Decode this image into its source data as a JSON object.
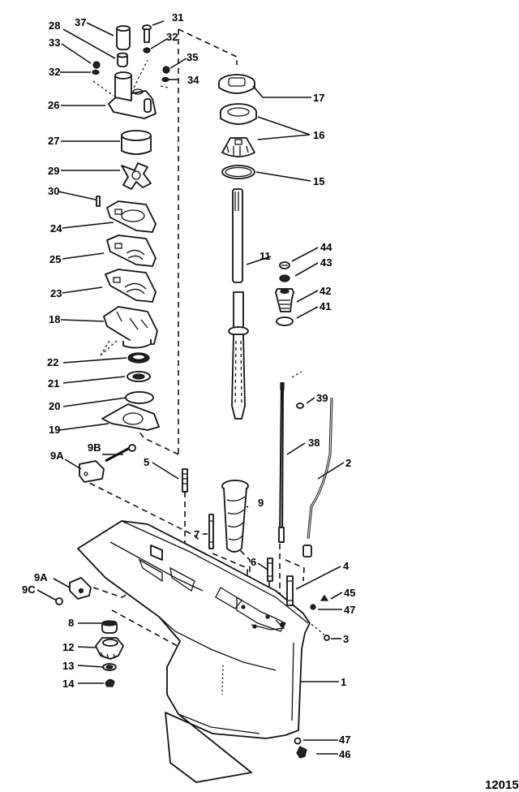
{
  "diagram": {
    "title": "Gear Housing (Driveshaft) Exploded Parts View",
    "figure_number": "12015",
    "colors": {
      "ink": "#111111",
      "paper": "#ffffff"
    },
    "callouts": {
      "c1": "1",
      "c2": "2",
      "c3": "3",
      "c4": "4",
      "c5": "5",
      "c6": "6",
      "c7": "7",
      "c8": "8",
      "c9": "9",
      "c9a_top": "9A",
      "c9a_bottom": "9A",
      "c9b": "9B",
      "c9c": "9C",
      "c11": "11",
      "c12": "12",
      "c13": "13",
      "c14": "14",
      "c15": "15",
      "c16": "16",
      "c17": "17",
      "c18": "18",
      "c19": "19",
      "c20": "20",
      "c21": "21",
      "c22": "22",
      "c23": "23",
      "c24": "24",
      "c25": "25",
      "c26": "26",
      "c27": "27",
      "c28": "28",
      "c29": "29",
      "c30": "30",
      "c31": "31",
      "c32_right": "32",
      "c32_left": "32",
      "c33": "33",
      "c34": "34",
      "c35": "35",
      "c37": "37",
      "c38": "38",
      "c39": "39",
      "c41": "41",
      "c42": "42",
      "c43": "43",
      "c44": "44",
      "c45": "45",
      "c47_upper": "47",
      "c47_lower": "47",
      "c46": "46"
    },
    "parts": [
      {
        "ref": "1",
        "name": "gear-housing"
      },
      {
        "ref": "2",
        "name": "water-tube"
      },
      {
        "ref": "3",
        "name": "plug"
      },
      {
        "ref": "4",
        "name": "stud"
      },
      {
        "ref": "5",
        "name": "stud"
      },
      {
        "ref": "6",
        "name": "stud"
      },
      {
        "ref": "7",
        "name": "stud"
      },
      {
        "ref": "8",
        "name": "bearing"
      },
      {
        "ref": "9",
        "name": "water-tube-seal"
      },
      {
        "ref": "9A",
        "name": "anode"
      },
      {
        "ref": "9B",
        "name": "screw"
      },
      {
        "ref": "9C",
        "name": "nut"
      },
      {
        "ref": "11",
        "name": "driveshaft"
      },
      {
        "ref": "12",
        "name": "pinion-gear"
      },
      {
        "ref": "13",
        "name": "washer"
      },
      {
        "ref": "14",
        "name": "pinion-nut"
      },
      {
        "ref": "15",
        "name": "shim"
      },
      {
        "ref": "16",
        "name": "tapered-bearing"
      },
      {
        "ref": "17",
        "name": "bearing-retainer"
      },
      {
        "ref": "18",
        "name": "water-pump-base"
      },
      {
        "ref": "19",
        "name": "gasket"
      },
      {
        "ref": "20",
        "name": "o-ring"
      },
      {
        "ref": "21",
        "name": "washer"
      },
      {
        "ref": "22",
        "name": "oil-seal"
      },
      {
        "ref": "23",
        "name": "gasket"
      },
      {
        "ref": "24",
        "name": "gasket"
      },
      {
        "ref": "25",
        "name": "face-plate"
      },
      {
        "ref": "26",
        "name": "water-pump-body"
      },
      {
        "ref": "27",
        "name": "insert"
      },
      {
        "ref": "28",
        "name": "seal"
      },
      {
        "ref": "29",
        "name": "impeller"
      },
      {
        "ref": "30",
        "name": "key"
      },
      {
        "ref": "31",
        "name": "screw"
      },
      {
        "ref": "32",
        "name": "washer"
      },
      {
        "ref": "33",
        "name": "nut"
      },
      {
        "ref": "34",
        "name": "washer"
      },
      {
        "ref": "35",
        "name": "nut"
      },
      {
        "ref": "37",
        "name": "tube"
      },
      {
        "ref": "38",
        "name": "shift-shaft"
      },
      {
        "ref": "39",
        "name": "e-clip"
      },
      {
        "ref": "41",
        "name": "o-ring"
      },
      {
        "ref": "42",
        "name": "bushing"
      },
      {
        "ref": "43",
        "name": "oil-seal"
      },
      {
        "ref": "44",
        "name": "nut"
      },
      {
        "ref": "45",
        "name": "screw"
      },
      {
        "ref": "46",
        "name": "fill-screw"
      },
      {
        "ref": "47",
        "name": "washer"
      }
    ]
  }
}
